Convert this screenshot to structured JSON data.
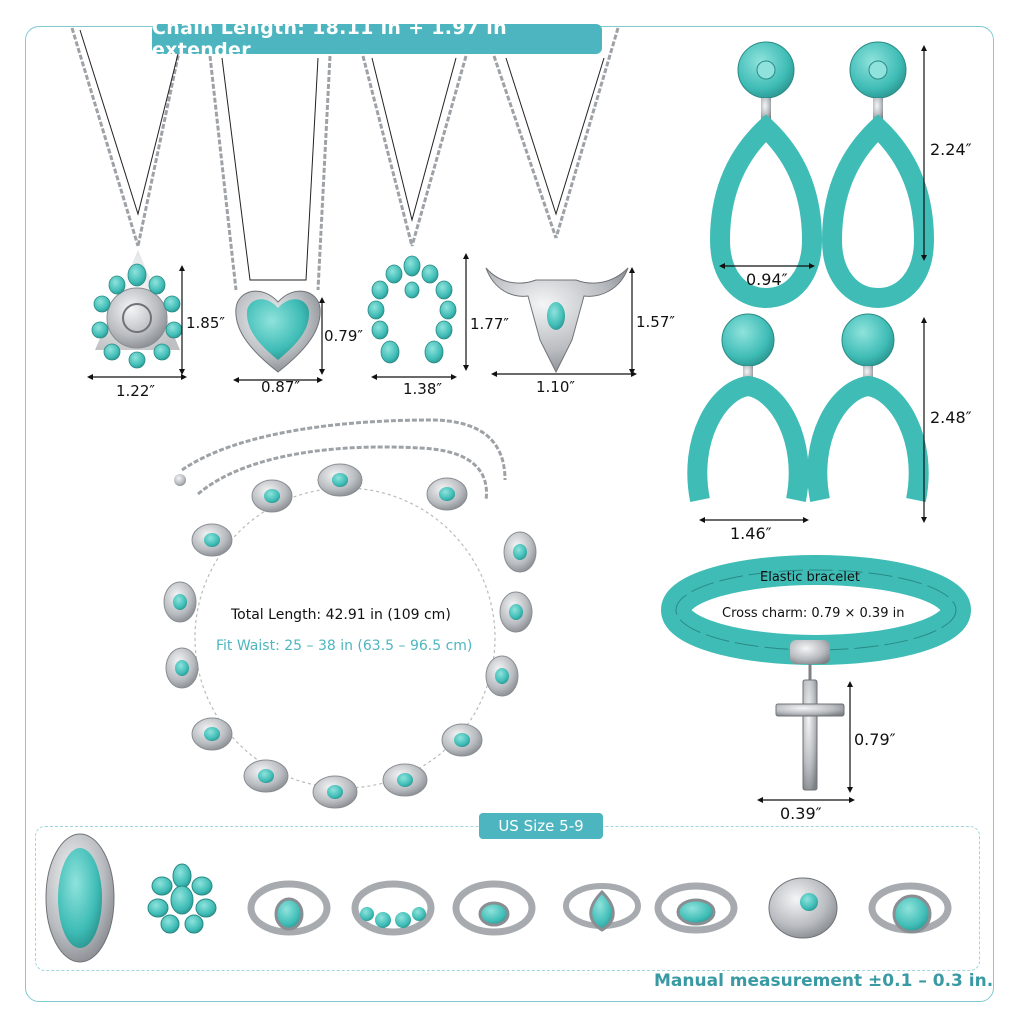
{
  "banner": "Chain Length: 18.11 in + 1.97 in extender",
  "pendants": [
    {
      "name": "flower-pendant",
      "height": "1.85″",
      "width": "1.22″"
    },
    {
      "name": "heart-pendant",
      "height": "0.79″",
      "width": "0.87″"
    },
    {
      "name": "squash-blossom-pendant",
      "height": "1.77″",
      "width": "1.38″"
    },
    {
      "name": "bull-skull-pendant",
      "height": "1.57″",
      "width": "1.10″"
    }
  ],
  "earrings": [
    {
      "name": "teardrop-earrings",
      "height": "2.24″",
      "width": "0.94″"
    },
    {
      "name": "squash-blossom-earrings",
      "height": "2.48″",
      "width": "1.46″"
    }
  ],
  "belt": {
    "total_length": "Total Length: 42.91 in (109 cm)",
    "fit_waist": "Fit Waist: 25 – 38 in (63.5 – 96.5 cm)"
  },
  "bracelet": {
    "title": "Elastic bracelet",
    "charm": "Cross charm: 0.79 × 0.39 in",
    "height": "0.79″",
    "width": "0.39″"
  },
  "rings": {
    "size_label": "US Size 5-9",
    "count": 9
  },
  "note": "Manual measurement ±0.1 – 0.3 in.",
  "colors": {
    "accent": "#4db5bf",
    "turquoise": "#3fbcb6",
    "silver": "#b9bcc0"
  }
}
